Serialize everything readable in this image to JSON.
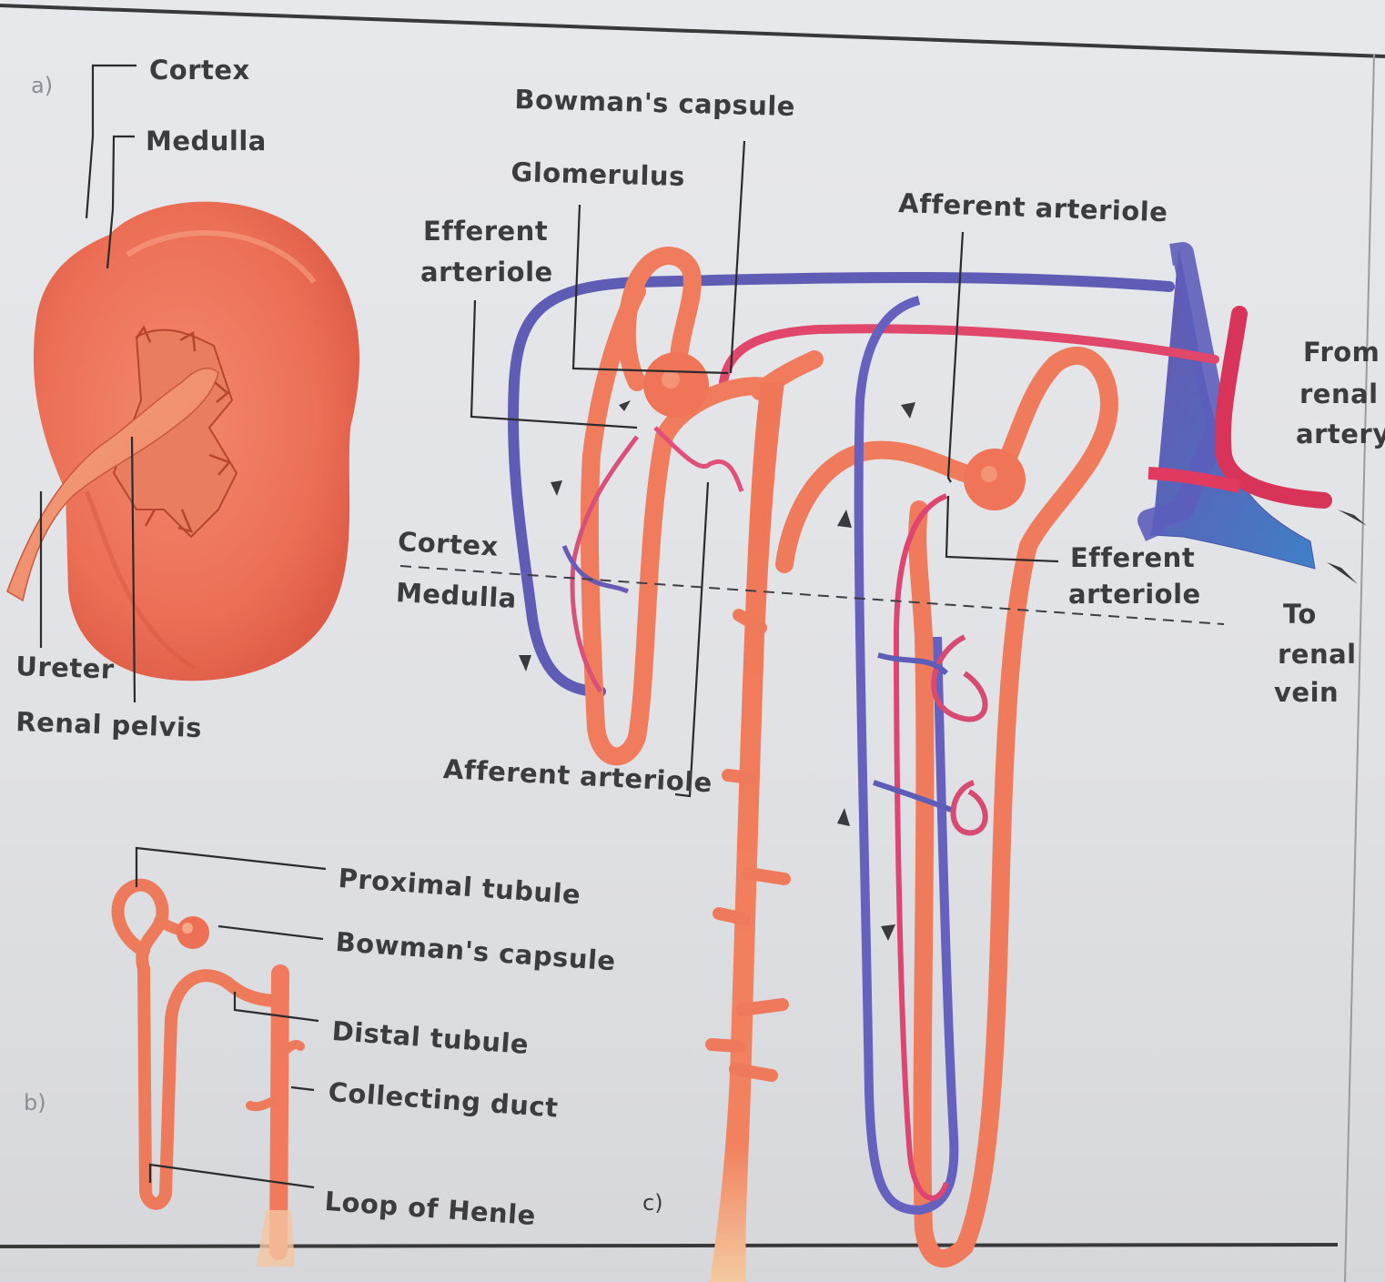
{
  "colors": {
    "kidney": "#ec6f56",
    "tubule": "#f17a5b",
    "artery": "#e23c5f",
    "vein": "#5a64b8",
    "background": "#e3e4e8"
  },
  "panels": {
    "a": {
      "tag": "a)",
      "labels": {
        "cortex": "Cortex",
        "medulla": "Medulla",
        "ureter": "Ureter",
        "renal_pelvis": "Renal pelvis"
      }
    },
    "b": {
      "tag": "b)",
      "labels": {
        "proximal_tubule": "Proximal tubule",
        "bowmans_capsule": "Bowman's capsule",
        "distal_tubule": "Distal tubule",
        "collecting_duct": "Collecting duct",
        "loop_of_henle": "Loop of Henle"
      }
    },
    "c": {
      "tag": "c)",
      "labels": {
        "bowmans_capsule": "Bowman's capsule",
        "glomerulus": "Glomerulus",
        "efferent_arteriole_1_line1": "Efferent",
        "efferent_arteriole_1_line2": "arteriole",
        "afferent_arteriole_top": "Afferent arteriole",
        "cortex": "Cortex",
        "medulla": "Medulla",
        "afferent_arteriole_bottom": "Afferent arteriole",
        "efferent_arteriole_2_line1": "Efferent",
        "efferent_arteriole_2_line2": "arteriole",
        "from_renal_artery_1": "From",
        "from_renal_artery_2": "renal",
        "from_renal_artery_3": "artery",
        "to_renal_vein_1": "To",
        "to_renal_vein_2": "renal",
        "to_renal_vein_3": "vein"
      }
    }
  }
}
